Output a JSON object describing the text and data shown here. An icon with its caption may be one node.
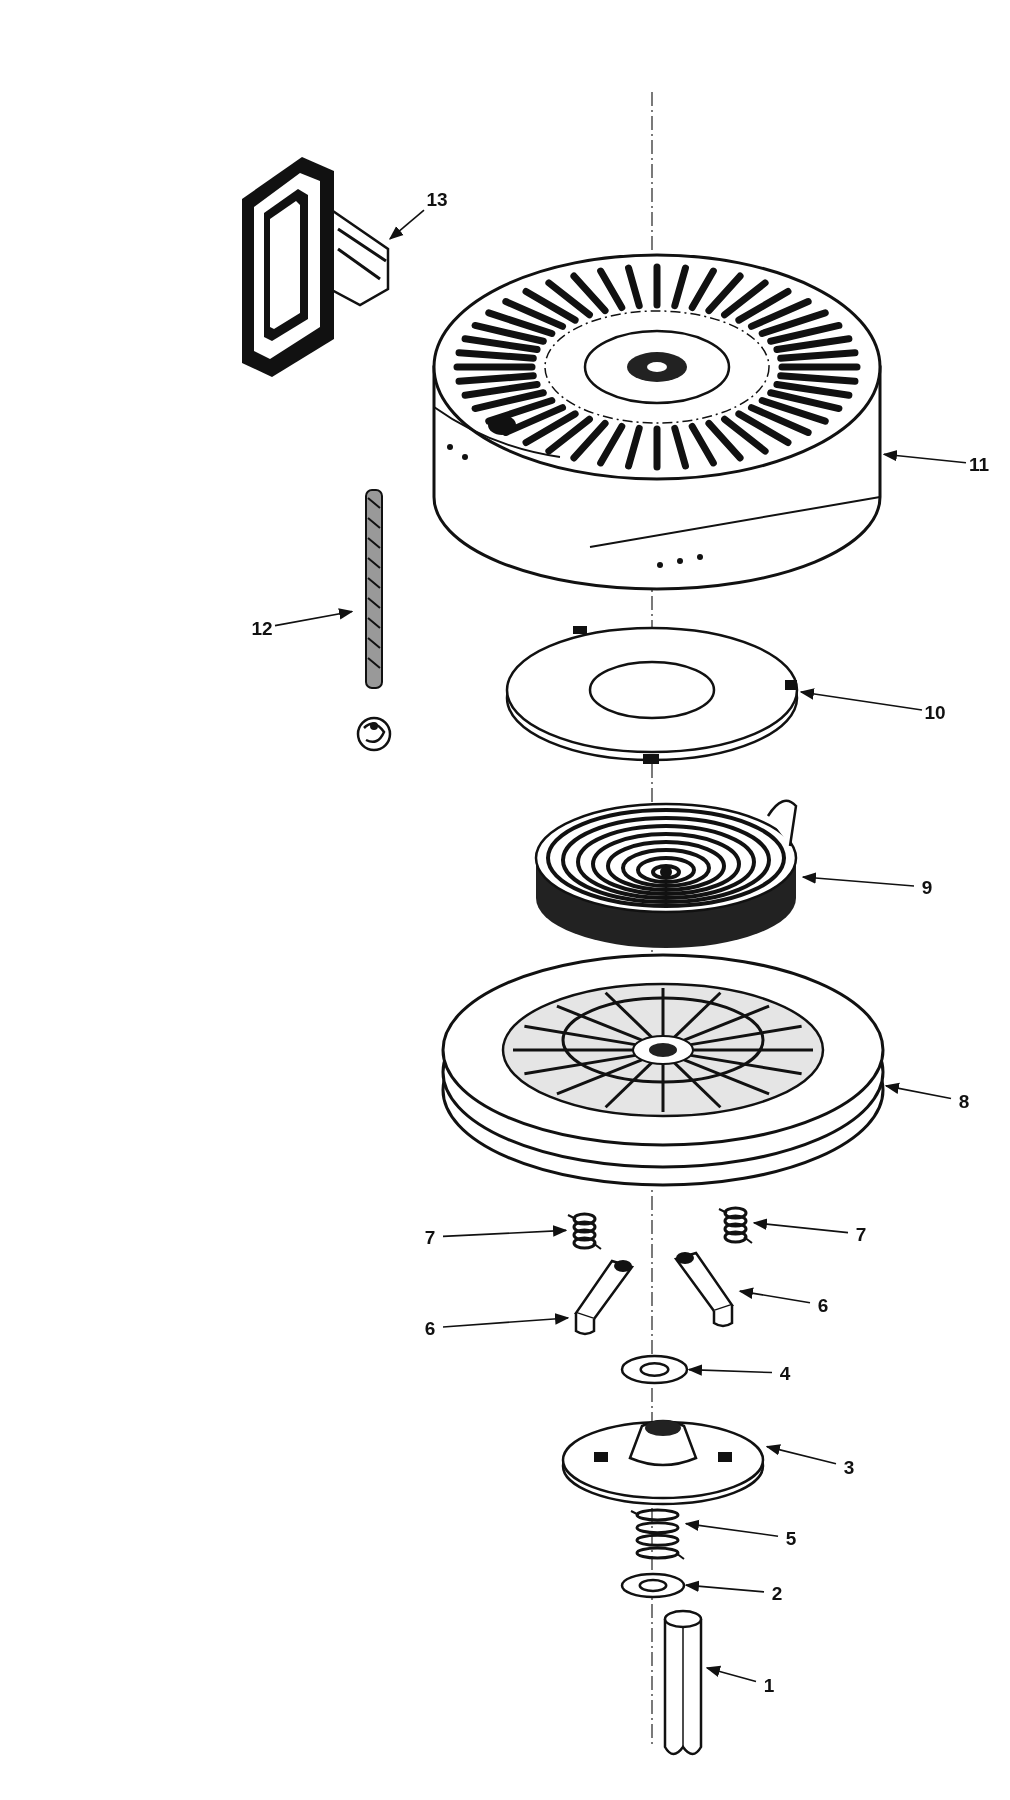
{
  "diagram": {
    "nodes": [
      {
        "text": [
          "13"
        ]
      },
      {
        "text": [],
        "shape": "picture"
      },
      {
        "text": [
          "11"
        ]
      },
      {
        "text": [],
        "shape": "picture"
      },
      {
        "text": [
          "12"
        ]
      },
      {
        "text": [],
        "shape": "picture"
      },
      {
        "text": [
          "10"
        ]
      },
      {
        "text": [],
        "shape": "picture"
      },
      {
        "text": [
          "9"
        ]
      },
      {
        "text": [],
        "shape": "picture"
      },
      {
        "text": [
          "8"
        ]
      },
      {
        "text": [],
        "shape": "picture"
      },
      {
        "text": [
          "7"
        ]
      },
      {
        "text": [
          "7"
        ]
      },
      {
        "text": [],
        "shape": "picture"
      },
      {
        "text": [],
        "shape": "picture"
      },
      {
        "text": [
          "6"
        ]
      },
      {
        "text": [
          "6"
        ]
      },
      {
        "text": [],
        "shape": "picture"
      },
      {
        "text": [],
        "shape": "picture"
      },
      {
        "text": [
          "4"
        ]
      },
      {
        "text": [],
        "shape": "picture"
      },
      {
        "text": [
          "3"
        ]
      },
      {
        "text": [],
        "shape": "picture"
      },
      {
        "text": [
          "5"
        ]
      },
      {
        "text": [],
        "shape": "picture"
      },
      {
        "text": [
          "2"
        ]
      },
      {
        "text": [],
        "shape": "picture"
      },
      {
        "text": [
          "1"
        ]
      },
      {
        "text": [],
        "shape": "picture"
      }
    ],
    "edges": [
      {
        "from": 0,
        "to": 1,
        "arrow": "to"
      },
      {
        "from": 2,
        "to": 3,
        "arrow": "to"
      },
      {
        "from": 4,
        "to": 5,
        "arrow": "to"
      },
      {
        "from": 6,
        "to": 7,
        "arrow": "to"
      },
      {
        "from": 8,
        "to": 9,
        "arrow": "to"
      },
      {
        "from": 10,
        "to": 11,
        "arrow": "to"
      },
      {
        "from": 12,
        "to": 14,
        "arrow": "to"
      },
      {
        "from": 13,
        "to": 15,
        "arrow": "to"
      },
      {
        "from": 16,
        "to": 18,
        "arrow": "to"
      },
      {
        "from": 17,
        "to": 19,
        "arrow": "to"
      },
      {
        "from": 20,
        "to": 21,
        "arrow": "to"
      },
      {
        "from": 22,
        "to": 23,
        "arrow": "to"
      },
      {
        "from": 24,
        "to": 25,
        "arrow": "to"
      },
      {
        "from": 26,
        "to": 27,
        "arrow": "to"
      },
      {
        "from": 28,
        "to": 29,
        "arrow": "to"
      }
    ]
  }
}
